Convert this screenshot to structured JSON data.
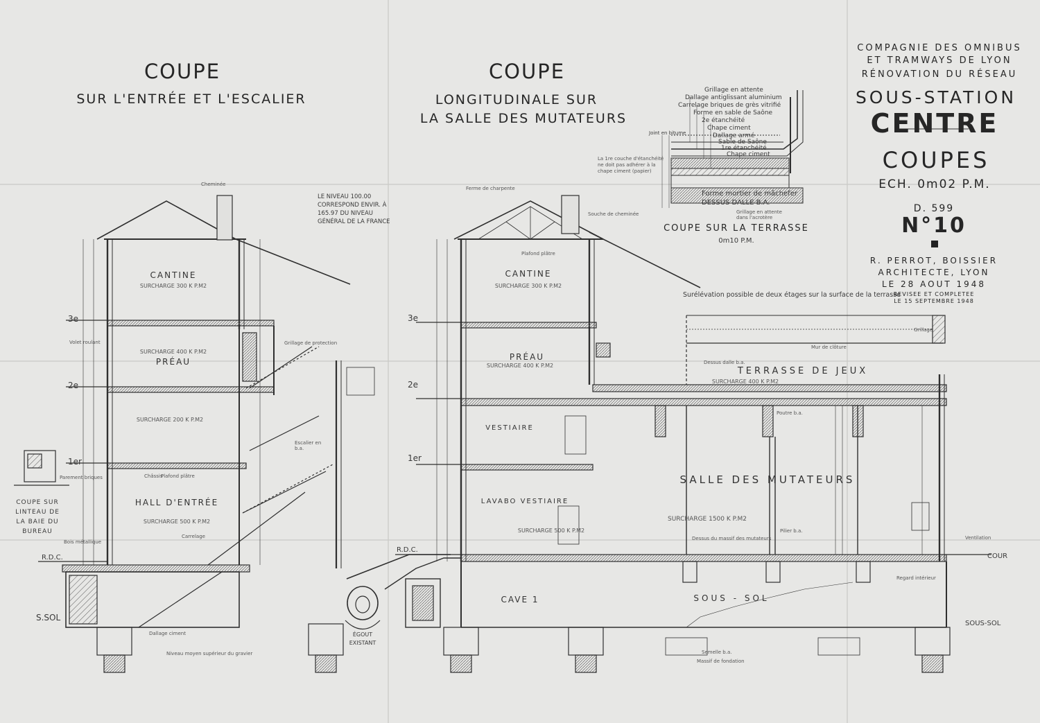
{
  "titles": {
    "left_title": "COUPE",
    "left_sub": "SUR L'ENTRÉE ET L'ESCALIER",
    "mid_title": "COUPE",
    "mid_sub1": "LONGITUDINALE SUR",
    "mid_sub2": "LA SALLE DES MUTATEURS"
  },
  "cartouche": {
    "company1": "COMPAGNIE DES OMNIBUS",
    "company2": "ET TRAMWAYS DE LYON",
    "renov": "RÉNOVATION DU RÉSEAU",
    "sous_station": "SOUS-STATION",
    "centre": "CENTRE",
    "coupes": "COUPES",
    "scale": "ECH. 0m02 P.M.",
    "ref": "D. 599",
    "num": "N°10",
    "arch1": "R. PERROT, BOISSIER",
    "arch2": "ARCHITECTE, LYON",
    "date": "LE 28 AOUT 1948",
    "revised1": "REVISEE ET COMPLETEE",
    "revised2": "LE 15 SEPTEMBRE 1948"
  },
  "detail": {
    "title": "COUPE SUR LA TERRASSE",
    "scale": "0m10 P.M.",
    "layers": [
      "Grillage en attente",
      "Dallage antiglissant aluminium",
      "Carrelage briques de grès vitrifié",
      "Forme en sable de Saône",
      "2e étanchéité",
      "Chape ciment",
      "Dallage armé",
      "Sable de Saône",
      "1re étanchéité",
      "Chape ciment"
    ],
    "forme": "Forme mortier de mâchefer",
    "dessus": "DESSUS DALLE B.A.",
    "joint": "Joint en bitume",
    "note": "La 1re couche d'étanchéité ne doit pas adhérer à la chape ciment (papier)",
    "grillage2": "Grillage en attente dans l'acrotère"
  },
  "left": {
    "rooms": [
      {
        "name": "CANTINE",
        "load": "SURCHARGE 300 K P.M2"
      },
      {
        "name": "PRÉAU",
        "load": "SURCHARGE 400 K P.M2"
      },
      {
        "name": "",
        "load": "SURCHARGE 200 K P.M2"
      },
      {
        "name": "HALL D'ENTRÉE",
        "load": "SURCHARGE 500 K P.M2"
      }
    ],
    "levels": [
      "3e",
      "2e",
      "1er",
      "R.D.C.",
      "S.SOL"
    ],
    "note_niveau": "LE NIVEAU 100.00 CORRESPOND ENVIR. À 165.97 DU NIVEAU GÉNÉRAL DE LA FRANCE",
    "lintel_title": "COUPE SUR LINTEAU DE LA BAIE DU BUREAU",
    "egout": "ÉGOUT EXISTANT",
    "escalier": "Escalier en b.a.",
    "niveau_nappe": "Niveau moyen supérieur du gravier",
    "labels": [
      "Cheminée",
      "Châssis",
      "Grillage de protection",
      "Parement briques",
      "Volet roulant",
      "Plafond plâtre",
      "Carrelage",
      "Dallage ciment",
      "Bois métallique"
    ]
  },
  "mid": {
    "rooms": [
      {
        "name": "CANTINE",
        "load": "SURCHARGE 300 K P.M2"
      },
      {
        "name": "PRÉAU",
        "load": "SURCHARGE 400 K P.M2"
      },
      {
        "name": "VESTIAIRE",
        "load": ""
      },
      {
        "name": "LAVABO VESTIAIRE",
        "load": "SURCHARGE 500 K P.M2"
      },
      {
        "name": "CAVE 1",
        "load": ""
      }
    ],
    "terrasse": "TERRASSE DE JEUX",
    "terrasse_load": "SURCHARGE 400 K P.M2",
    "salle": "SALLE DES MUTATEURS",
    "salle_load": "SURCHARGE 1500 K P.M2",
    "sous_sol": "SOUS - SOL",
    "surelevation": "Surélévation possible de deux étages sur la surface de la terrasse",
    "cour": "COUR",
    "sous_sol_right": "SOUS-SOL",
    "levels": [
      "3e",
      "2e",
      "1er",
      "R.D.C."
    ],
    "labels": [
      "Ferme de charpente",
      "Souche de cheminée",
      "Grillage",
      "Mur de clôture",
      "Pilier b.a.",
      "Regard intérieur",
      "Semelle b.a.",
      "Massif de fondation",
      "Ventilation",
      "Poutre b.a.",
      "Dessus du massif des mutateurs",
      "Plafond plâtre",
      "Dessus dalle b.a."
    ]
  },
  "colors": {
    "paper": "#e7e7e5",
    "ink": "#2b2b2b",
    "faint": "#6b6b6b"
  }
}
